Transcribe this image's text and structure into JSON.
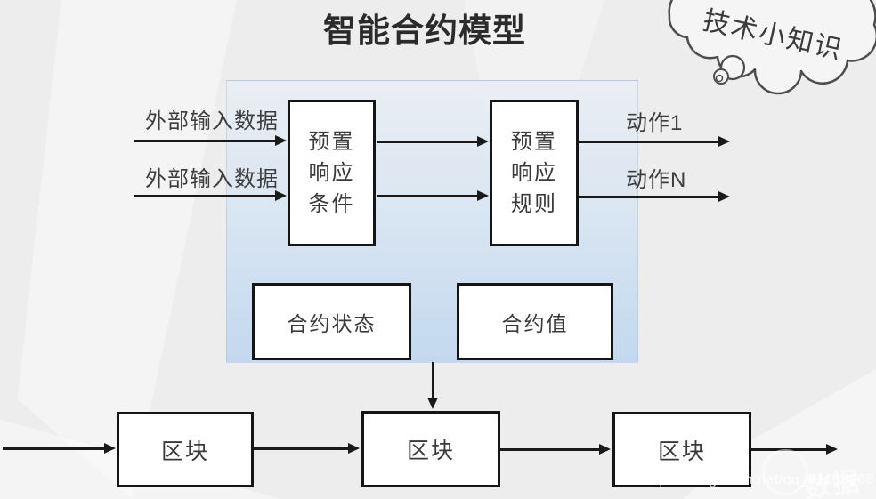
{
  "title": "智能合约模型",
  "cloud": {
    "label": "技术小知识"
  },
  "inputs": {
    "labels": [
      "外部输入数据",
      "外部输入数据"
    ]
  },
  "outputs": {
    "labels": [
      "动作1",
      "动作N"
    ]
  },
  "panel": {
    "condition_box": {
      "lines": [
        "预置",
        "响应",
        "条件"
      ]
    },
    "rules_box": {
      "lines": [
        "预置",
        "响应",
        "规则"
      ]
    },
    "state_box": {
      "label": "合约状态"
    },
    "value_box": {
      "label": "合约值"
    }
  },
  "blockchain": {
    "blocks": [
      "区块",
      "区块",
      "区块"
    ]
  },
  "watermark": {
    "url": "https://blog.csdn.net/qq_41188368",
    "logo_text": "数据"
  },
  "colors": {
    "background": "#eeedee",
    "panel_top": "#e9eef4",
    "panel_bottom": "#c2d8ee",
    "line": "#1a1a1a",
    "box_border": "#151515",
    "text": "#3a3a3a"
  }
}
